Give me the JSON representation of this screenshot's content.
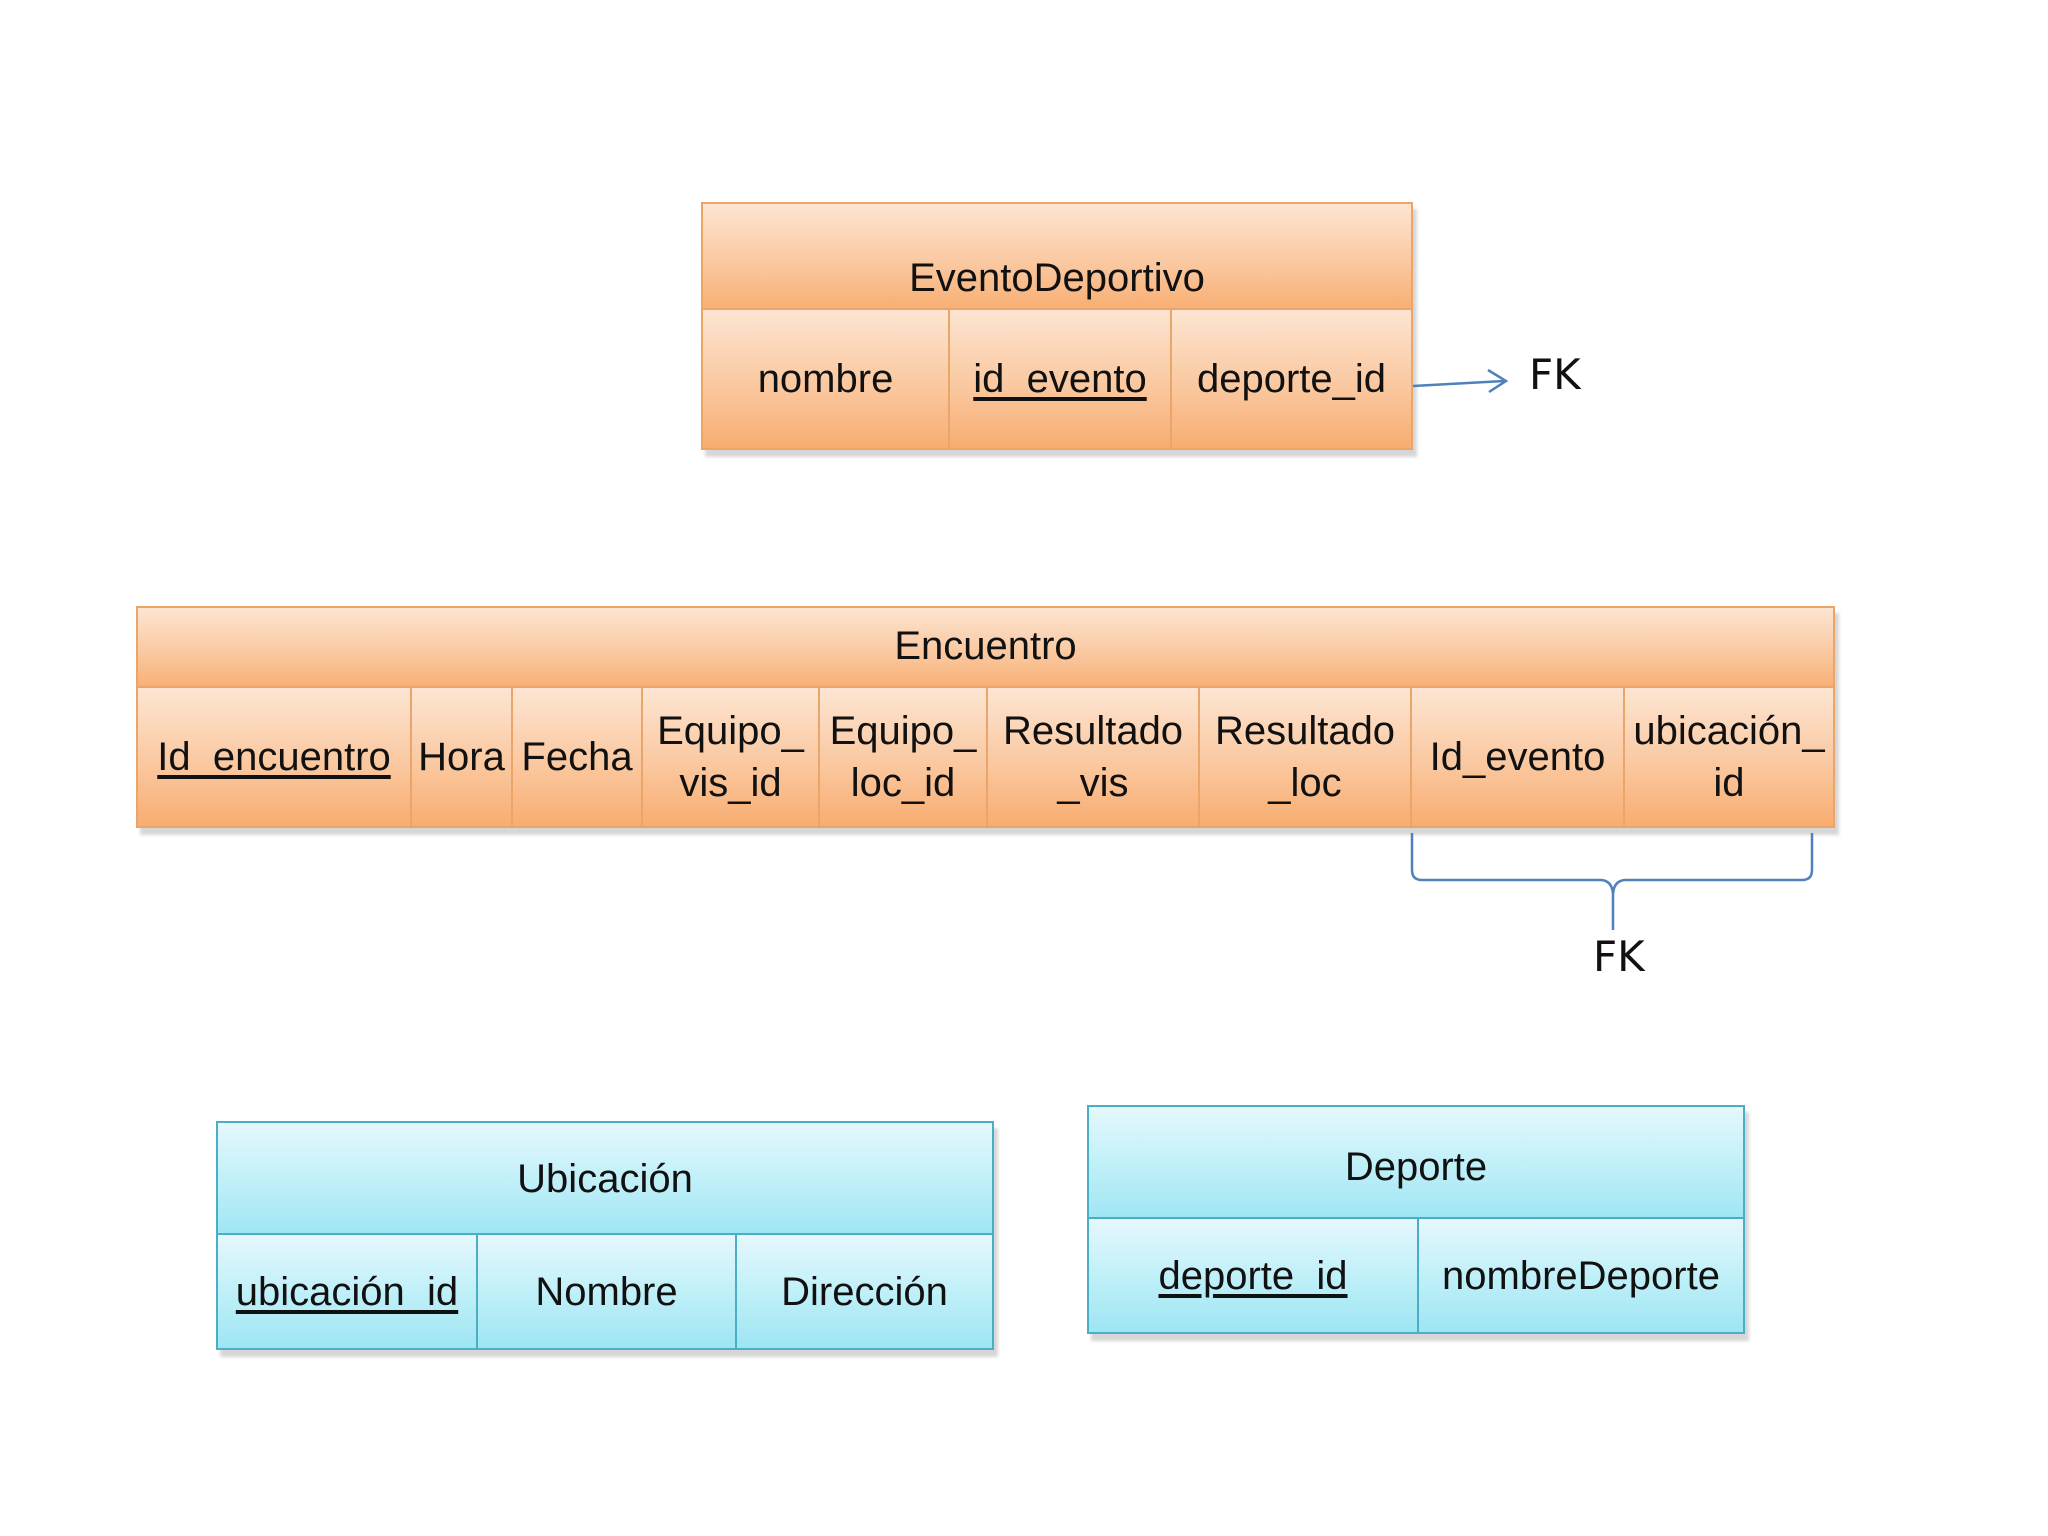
{
  "colors": {
    "orange_border": "#eaa56a",
    "orange_fill": "#f8ad70",
    "blue_border": "#4aaec7",
    "blue_fill": "#9ee5f3",
    "connector": "#4f81bd"
  },
  "entities": {
    "evento_deportivo": {
      "title": "EventoDeportivo",
      "attributes": [
        "nombre",
        "id_evento",
        "deporte_id"
      ],
      "primary_key": "id_evento"
    },
    "encuentro": {
      "title": "Encuentro",
      "attributes": [
        "Id_encuentro",
        "Hora",
        "Fecha",
        "Equipo_\nvis_id",
        "Equipo_\nloc_id",
        "Resultado\n_vis",
        "Resultado\n_loc",
        "Id_evento",
        "ubicación_\nid"
      ],
      "primary_key": "Id_encuentro"
    },
    "ubicacion": {
      "title": "Ubicación",
      "attributes": [
        "ubicación_id",
        "Nombre",
        "Dirección"
      ],
      "primary_key": "ubicación_id"
    },
    "deporte": {
      "title": "Deporte",
      "attributes": [
        "deporte_id",
        "nombreDeporte"
      ],
      "primary_key": "deporte_id"
    }
  },
  "annotations": {
    "fk_evento": "FK",
    "fk_encuentro": "FK"
  }
}
